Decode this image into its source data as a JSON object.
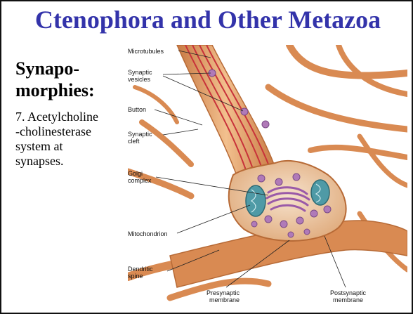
{
  "slide": {
    "title": "Ctenophora and Other Metazoa",
    "heading_line1": "Synapo-",
    "heading_line2": "morphies:",
    "body_line1": "7. Acetylcholine",
    "body_line2": "-cholinesterase",
    "body_line3": "system at",
    "body_line4": "synapses."
  },
  "figure": {
    "labels": {
      "microtubules": "Microtubules",
      "synaptic_vesicles_1": "Synaptic",
      "synaptic_vesicles_2": "vesicles",
      "button": "Button",
      "synaptic_cleft_1": "Synaptic",
      "synaptic_cleft_2": "cleft",
      "golgi_1": "Golgi",
      "golgi_2": "complex",
      "mitochondrion": "Mitochondrion",
      "dendritic_1": "Dendritic",
      "dendritic_2": "spine",
      "presynaptic_1": "Presynaptic",
      "presynaptic_2": "membrane",
      "postsynaptic_1": "Postsynaptic",
      "postsynaptic_2": "membrane"
    }
  },
  "colors": {
    "title": "#3333aa",
    "neuron": "#d98a52",
    "neuron_light": "#f0b884",
    "background": "#ffffff"
  }
}
